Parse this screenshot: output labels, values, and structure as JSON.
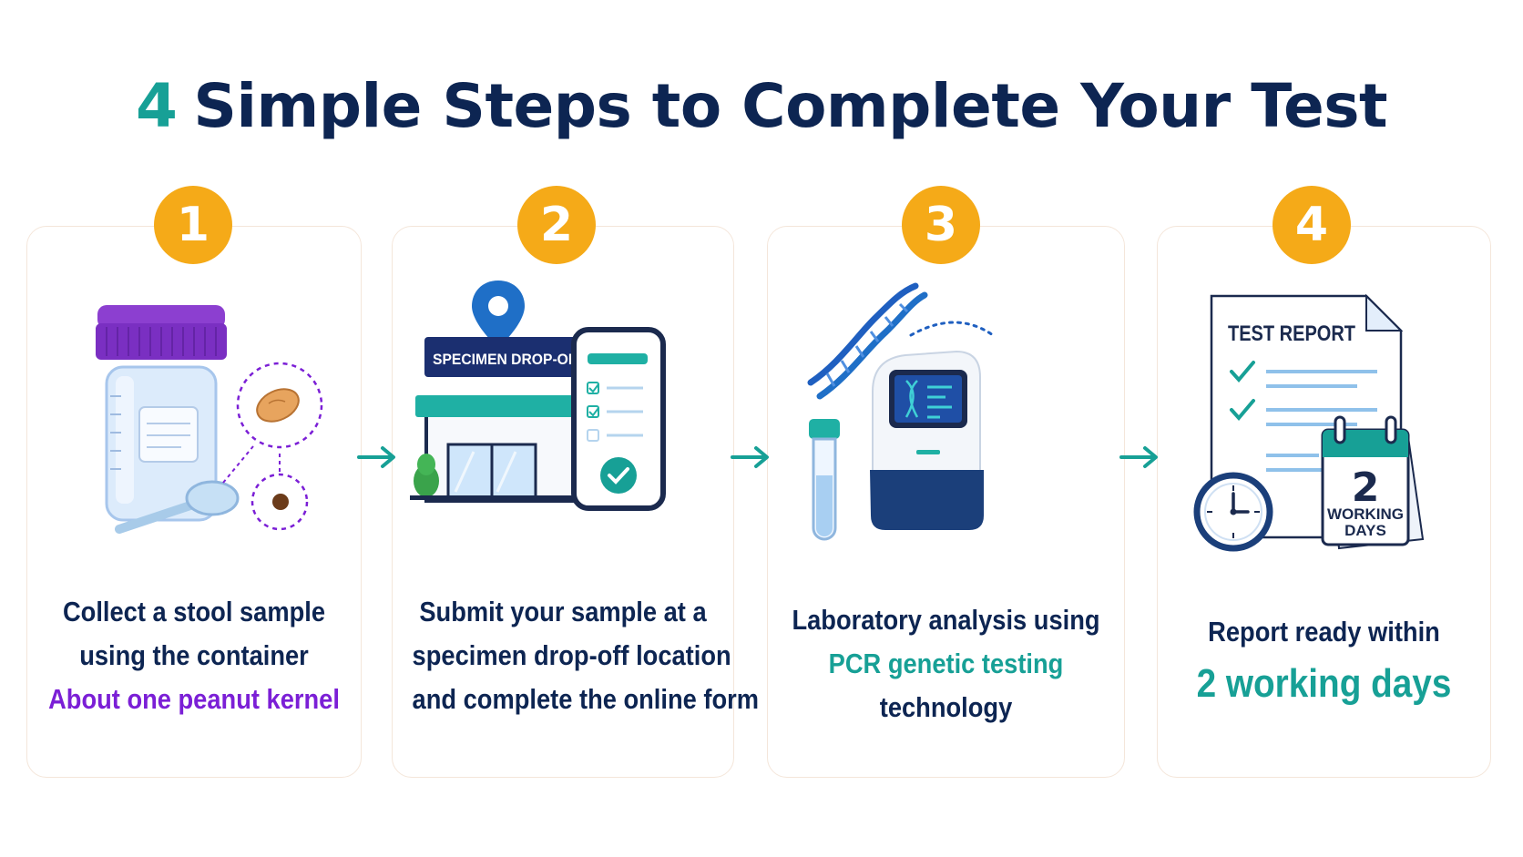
{
  "title": {
    "number": "4",
    "text": "Simple Steps to Complete Your Test"
  },
  "steps": [
    {
      "number": "1",
      "lines": [
        "Collect a stool sample",
        "using the container"
      ],
      "highlight": "About one peanut kernel"
    },
    {
      "number": "2",
      "sign": "SPECIMEN DROP-OFF",
      "lines": [
        "Submit your sample at a",
        "specimen drop-off location",
        "and complete the online form"
      ]
    },
    {
      "number": "3",
      "line1": "Laboratory analysis using",
      "highlight": "PCR genetic testing",
      "line3": "technology"
    },
    {
      "number": "4",
      "report_title": "TEST REPORT",
      "calendar_number": "2",
      "calendar_line1": "WORKING",
      "calendar_line2": "DAYS",
      "line1": "Report ready within",
      "highlight": "2 working days"
    }
  ],
  "colors": {
    "navy": "#0d2552",
    "teal": "#17a096",
    "orange": "#f5aa18",
    "purple": "#7b1fd6",
    "blue": "#1f6fc7"
  },
  "icons": [
    "specimen-jar-icon",
    "peanut-icon",
    "scoop-icon",
    "map-pin-icon",
    "storefront-icon",
    "phone-form-icon",
    "dna-icon",
    "test-tube-icon",
    "pcr-machine-icon",
    "report-document-icon",
    "clock-icon",
    "calendar-icon",
    "arrow-right-icon"
  ]
}
